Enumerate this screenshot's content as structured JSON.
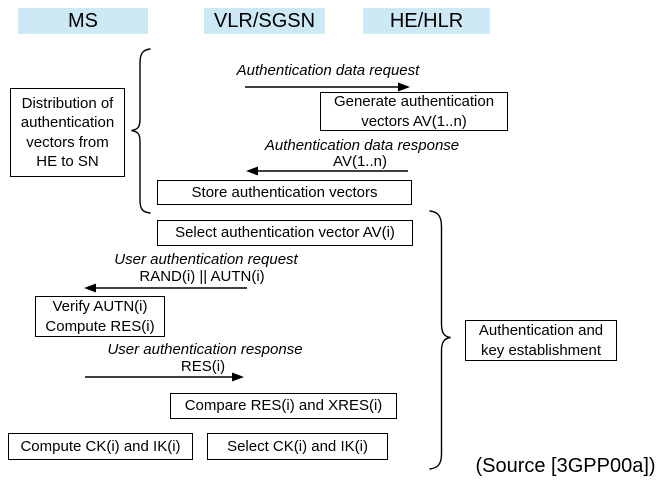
{
  "actors": [
    {
      "label": "MS"
    },
    {
      "label": "VLR/SGSN"
    },
    {
      "label": "HE/HLR"
    }
  ],
  "messages": [
    {
      "label": "Authentication data request",
      "sublabel": "",
      "direction": "right",
      "from": "VLR/SGSN",
      "to": "HE/HLR"
    },
    {
      "label": "Authentication data response",
      "sublabel": "AV(1..n)",
      "direction": "left",
      "from": "HE/HLR",
      "to": "VLR/SGSN"
    },
    {
      "label": "User authentication request",
      "sublabel": "RAND(i) || AUTN(i)",
      "direction": "left",
      "from": "VLR/SGSN",
      "to": "MS"
    },
    {
      "label": "User authentication response",
      "sublabel": "RES(i)",
      "direction": "right",
      "from": "MS",
      "to": "VLR/SGSN"
    }
  ],
  "process_boxes": {
    "generate": "Generate authentication\nvectors AV(1..n)",
    "store": "Store authentication vectors",
    "select_av": "Select authentication vector AV(i)",
    "verify": "Verify AUTN(i)\nCompute RES(i)",
    "compare": "Compare RES(i) and XRES(i)",
    "compute_ck": "Compute CK(i) and IK(i)",
    "select_ck": "Select CK(i) and IK(i)"
  },
  "annotations": {
    "distribution": "Distribution of\nauthentication\nvectors from\nHE to SN",
    "auth_key": "Authentication and\nkey establishment"
  },
  "source_note": "(Source [3GPP00a])",
  "colors": {
    "actor_bg": "#cde9f6",
    "stroke": "#000000"
  }
}
